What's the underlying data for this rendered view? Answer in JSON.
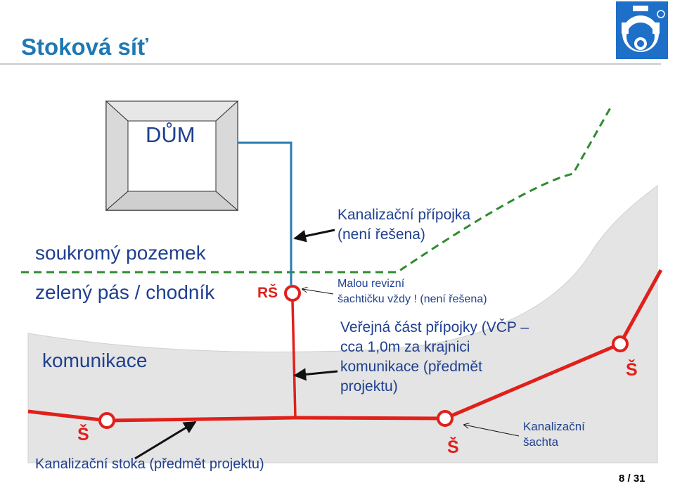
{
  "title": "Stoková síť",
  "house": {
    "label": "DŮM"
  },
  "zones": {
    "private": "soukromý pozemek",
    "green_strip": "zelený pás / chodník",
    "road": "komunikace"
  },
  "labels": {
    "inspection_shaft": "RŠ",
    "connection_line1": "Kanalizační přípojka",
    "connection_line2": "(není řešena)",
    "small_shaft_line1": "Malou revizní",
    "small_shaft_line2": "šachtičku vždy ! (není řešena)",
    "public_part_line1": "Veřejná část přípojky (VČP –",
    "public_part_line2": "cca 1,0m za krajnici",
    "public_part_line3": "komunikace (předmět",
    "public_part_line4": "projektu)",
    "manhole_mark": "Š",
    "sewer": "Kanalizační stoka (předmět projektu)",
    "manhole_line1": "Kanalizační",
    "manhole_line2": "šachta"
  },
  "footer": {
    "page": "8 / 31"
  },
  "colors": {
    "title": "#1f78b4",
    "text": "#1f3f8f",
    "sewer": "#e0201b",
    "private_pipe": "#2a7ab0",
    "boundary": "#2e8b2e",
    "road_fill": "#e4e4e4"
  },
  "icons": [
    "logo-icon"
  ]
}
